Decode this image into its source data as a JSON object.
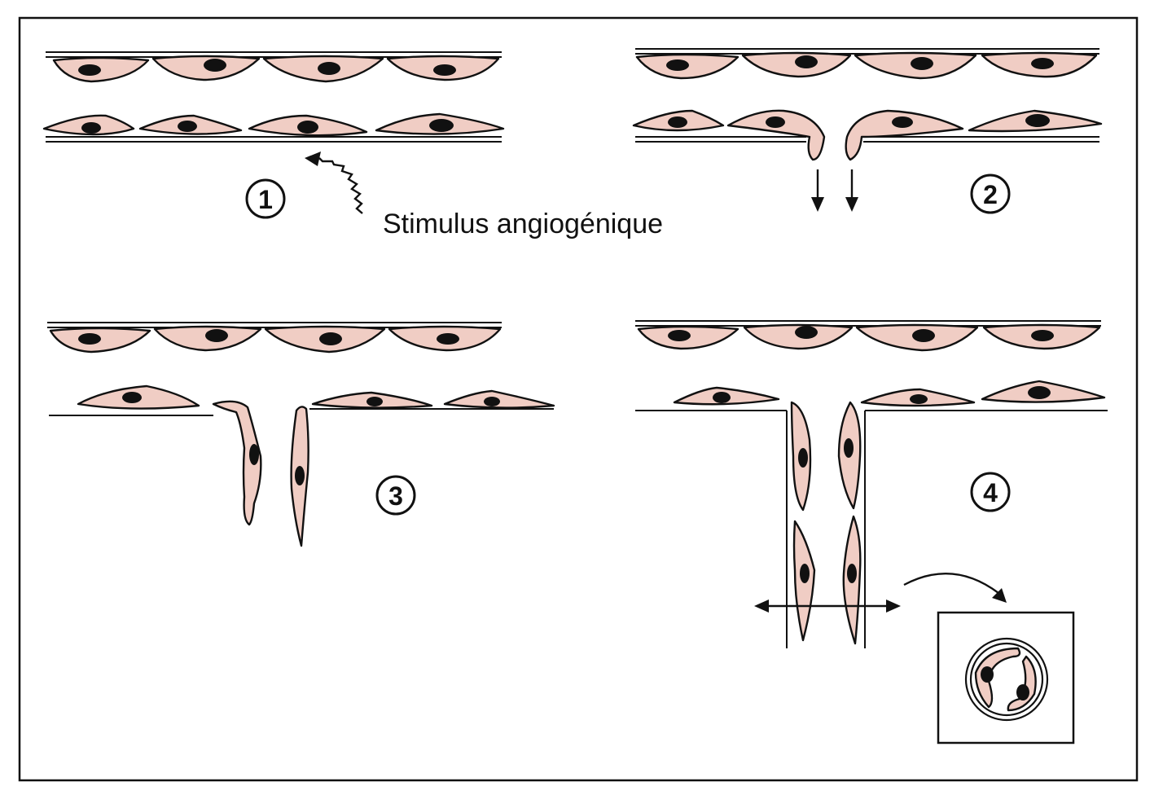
{
  "diagram": {
    "annotation": "Stimulus angiogénique",
    "steps": [
      "1",
      "2",
      "3",
      "4"
    ],
    "colors": {
      "cell_fill": "#f0cdc4",
      "outline": "#111111",
      "background": "#ffffff"
    }
  }
}
